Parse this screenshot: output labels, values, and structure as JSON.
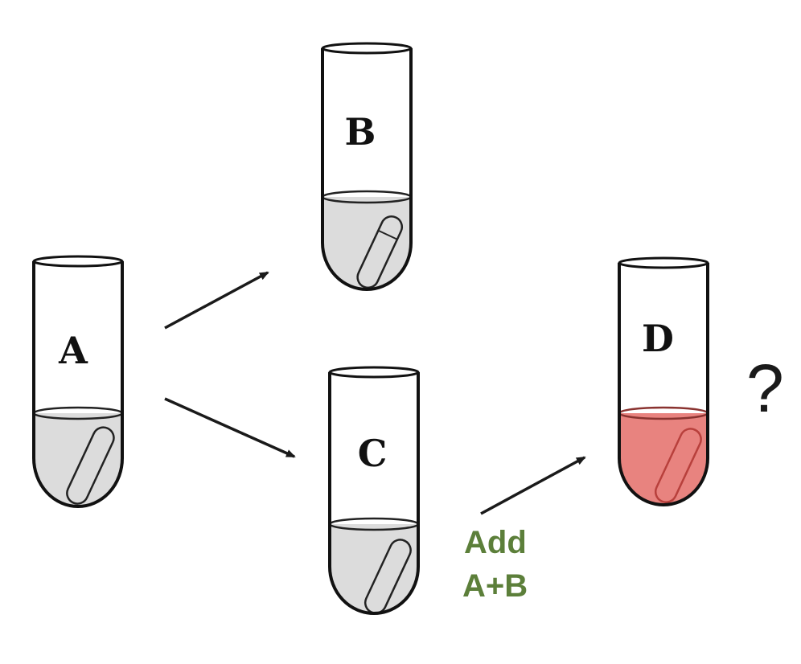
{
  "tubes": {
    "a": {
      "label": "A",
      "liquid_color": "#dcdcdc"
    },
    "b": {
      "label": "B",
      "liquid_color": "#dcdcdc"
    },
    "c": {
      "label": "C",
      "liquid_color": "#dcdcdc"
    },
    "d": {
      "label": "D",
      "liquid_color": "#e8837f"
    }
  },
  "annotation": {
    "line1": "Add",
    "line2": "A+B",
    "color": "#5c7f3a"
  },
  "result": {
    "question_mark": "?"
  }
}
